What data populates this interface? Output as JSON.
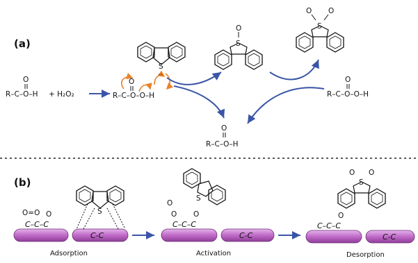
{
  "panel_a": {
    "label": "(a)",
    "acid_left": "R–C–O–H",
    "acid_left_o": "O",
    "plus_h2o2": "+ H₂O₂",
    "peracid_mid": "R–C–O–O–H",
    "peracid_mid_o": "O",
    "peracid_right": "R–C–O–O–H",
    "peracid_right_o": "O",
    "acid_bottom": "R–C–O–H",
    "acid_bottom_o": "O",
    "sulfur": "S",
    "lone_pair": "..",
    "sulfoxide_o": "O",
    "sulfone_o1": "O",
    "sulfone_o2": "O"
  },
  "panel_b": {
    "label": "(b)",
    "step1": "Adsorption",
    "step2": "Activation",
    "step3": "Desorption",
    "cc_label": "C-C",
    "chain_label": "C–C–C",
    "o_eq_o": "O=O",
    "o_label": "O",
    "o_minus": "O",
    "sulfur": "S"
  },
  "colors": {
    "arrow_blue": "#3a55a8",
    "catalyst_purple": "#c06ac8",
    "curly_orange": "#e8822a"
  }
}
